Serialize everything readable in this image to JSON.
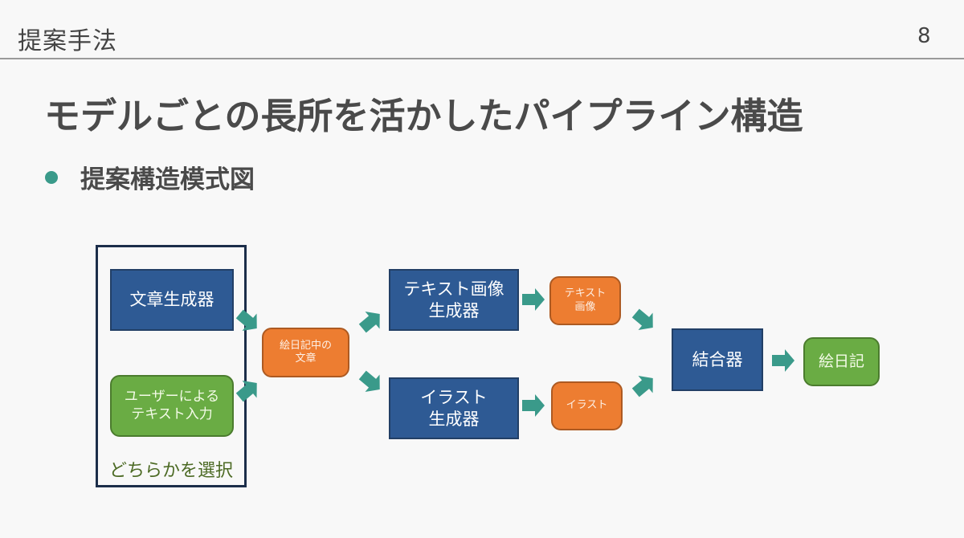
{
  "header": {
    "section_title": "提案手法",
    "page_number": "8"
  },
  "slide": {
    "title": "モデルごとの長所を活かしたパイプライン構造",
    "bullet": "提案構造模式図"
  },
  "colors": {
    "accent_teal": "#3a9a8a",
    "model_blue": "#2e5a94",
    "data_orange": "#ed7d31",
    "io_green": "#6aac44",
    "frame_navy": "#1c2e4a"
  },
  "diagram": {
    "input_frame_label": "どちらかを選択",
    "nodes": {
      "text_generator": "文章生成器",
      "user_text_input": [
        "ユーザーによる",
        "テキスト入力"
      ],
      "diary_text": [
        "絵日記中の",
        "文章"
      ],
      "text_image_generator": [
        "テキスト画像",
        "生成器"
      ],
      "illustration_generator": [
        "イラスト",
        "生成器"
      ],
      "text_image": [
        "テキスト",
        "画像"
      ],
      "illustration": "イラスト",
      "combiner": "結合器",
      "picture_diary": "絵日記"
    },
    "edges": [
      {
        "from": "文章生成器",
        "to": "絵日記中の文章"
      },
      {
        "from": "ユーザーによるテキスト入力",
        "to": "絵日記中の文章"
      },
      {
        "from": "絵日記中の文章",
        "to": "テキスト画像生成器"
      },
      {
        "from": "絵日記中の文章",
        "to": "イラスト生成器"
      },
      {
        "from": "テキスト画像生成器",
        "to": "テキスト画像"
      },
      {
        "from": "イラスト生成器",
        "to": "イラスト"
      },
      {
        "from": "テキスト画像",
        "to": "結合器"
      },
      {
        "from": "イラスト",
        "to": "結合器"
      },
      {
        "from": "結合器",
        "to": "絵日記"
      }
    ]
  }
}
